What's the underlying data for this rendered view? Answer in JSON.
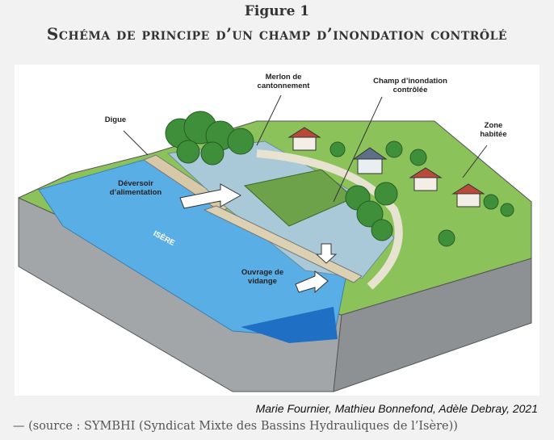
{
  "figure": {
    "number": "Figure 1",
    "title": "Schéma de principe d’un champ d’inondation contrôlé"
  },
  "illustration_labels": {
    "merlon": "Merlon de cantonnement",
    "champ": "Champ d’inondation contrôlée",
    "digue": "Digue",
    "zone": "Zone habitée",
    "deversoir": "Déversoir d’alimentation",
    "isere": "ISÈRE",
    "ouvrage": "Ouvrage de vidange"
  },
  "credit": "Marie Fournier, Mathieu Bonnefond, Adèle Debray, 2021",
  "source": "— (source : SYMBHI (Syndicat Mixte des Bassins Hydrauliques de l’Isère))",
  "colors": {
    "river": "#5aaee6",
    "grass": "#7cb84a",
    "block": "#9a9d9f",
    "trees": "#3f8f3a"
  }
}
